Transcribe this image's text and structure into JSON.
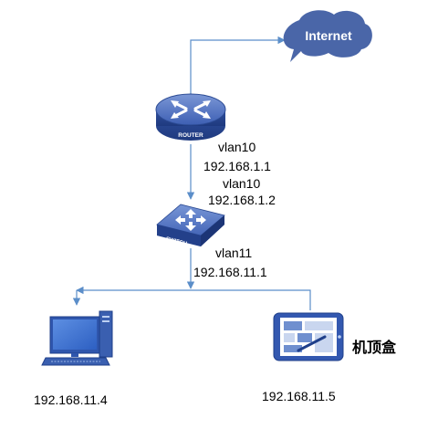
{
  "internet": {
    "label": "Internet",
    "fill": "#4a66a8"
  },
  "router": {
    "badge": "ROUTER",
    "vlan": "vlan10",
    "ip": "192.168.1.1"
  },
  "switch": {
    "badge": "SWITCH",
    "uplink_vlan": "vlan10",
    "uplink_ip": "192.168.1.2",
    "vlan": "vlan11",
    "ip": "192.168.11.1"
  },
  "pc": {
    "ip": "192.168.11.4"
  },
  "settop": {
    "label": "机顶盒",
    "ip": "192.168.11.5"
  },
  "colors": {
    "link": "#5b8ec9",
    "device_blue": "#3a5fb0",
    "device_light": "#6f8fcf"
  }
}
